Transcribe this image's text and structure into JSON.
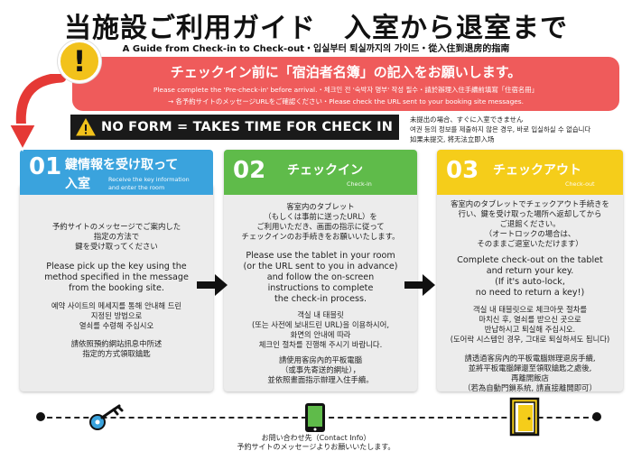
{
  "title": "当施設ご利用ガイド　入室から退室まで",
  "subtitle": "A Guide from Check-in to Check-out・입실부터 퇴실까지의 가이드・從入住到退房的指南",
  "warning": {
    "main": "チェックイン前に「宿泊者名簿」の記入をお願いします。",
    "line1": "Please complete the 'Pre-check-in' before arrival.・체크인 전 '숙박자 명부' 작성 필수・請於辦理入住手續前填寫「住宿名冊」",
    "line2": "→ 各予約サイトのメッセージURLをご確認ください・Please check the URL sent to your booking site messages."
  },
  "noform": {
    "label": "NO FORM = TAKES TIME FOR CHECK IN",
    "note1": "未提出の場合、すぐに入室できません",
    "note2": "여권 등의 정보를 제출하지 않은 경우, 바로 입실하실 수 없습니다",
    "note3": "如果未提交, 将无法立即入场"
  },
  "steps": [
    {
      "num": "01",
      "title_line1": "鍵情報を受け取って",
      "title_line2": "入室",
      "sub_line1": "Receive the key information",
      "sub_line2": "and enter the room",
      "ja": [
        "予約サイトのメッセージでご案内した",
        "指定の方法で",
        "鍵を受け取ってください"
      ],
      "en": [
        "Please pick up the key using the",
        "method specified in the message",
        "from the booking site."
      ],
      "ko": [
        "예약 사이트의 메세지를 통해 안내해 드린",
        "지정된 방법으로",
        "열쇠를 수령해 주십시오"
      ],
      "zh": [
        "請依照預約網站訊息中所述",
        "指定的方式領取鑰匙"
      ]
    },
    {
      "num": "02",
      "title_line1": "チェックイン",
      "sub_line1": "Check-in",
      "ja": [
        "客室内のタブレット",
        "（もしくは事前に送ったURL）を",
        "ご利用いただき、画面の指示に従って",
        "チェックインのお手続きをお願いいたします。"
      ],
      "en": [
        "Please use the tablet in your room",
        "(or the URL sent to you in advance)",
        "and follow the on-screen",
        "instructions  to complete",
        "the check-in process."
      ],
      "ko": [
        "객실 내 태블릿",
        "(또는 사전에 보내드린 URL)을 이용하시어,",
        "화면의 안내에 따라",
        "체크인 절차를 진행해 주시기 바랍니다."
      ],
      "zh": [
        "請使用客房內的平板電腦",
        "（或事先寄送的網址），",
        "並依照畫面指示辦理入住手續。"
      ]
    },
    {
      "num": "03",
      "title_line1": "チェックアウト",
      "sub_line1": "Check-out",
      "ja": [
        "客室内のタブレットでチェックアウト手続きを",
        "行い、鍵を受け取った場所へ返却してから",
        "ご退館ください。",
        "（オートロックの場合は、",
        "そのままご退室いただけます）"
      ],
      "en": [
        "Complete check-out on the tablet",
        "and return your key.",
        "(If it's auto-lock,",
        "no need to return a key!)"
      ],
      "ko": [
        "객실 내 태블릿으로 체크아웃 절차를",
        "마치신 후, 열쇠를 받으신 곳으로",
        "반납하시고 퇴실해 주십시오.",
        "(도어락 시스템인 경우, 그대로 퇴실하셔도 됩니다)"
      ],
      "zh": [
        "請透過客房內的平板電腦辦理退房手續,",
        "並將平板電腦歸還至領取鑰匙之處後,",
        "再離開飯店",
        "（若為自動門鎖系統, 請直接離開即可）"
      ]
    }
  ],
  "contact": {
    "line1": "お問い合わせ先（Contact Info）",
    "line2": "予約サイトのメッセージよりお願いいたします。"
  },
  "colors": {
    "red": "#ef5b5b",
    "blue": "#3aa3dd",
    "green": "#5fbb4a",
    "yellow": "#f5cd1a"
  }
}
